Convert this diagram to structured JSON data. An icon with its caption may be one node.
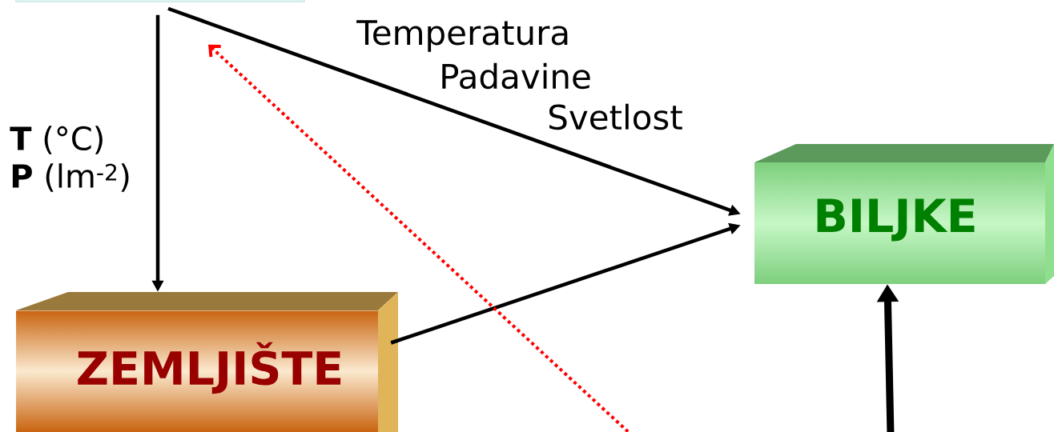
{
  "diagram": {
    "nodes": [
      {
        "text": [],
        "shape": "box"
      },
      {
        "text": [
          "ZEMLJIŠTE"
        ]
      },
      {
        "text": [
          "BILJKE"
        ]
      }
    ],
    "edges": [
      {
        "from": 0,
        "to": 1,
        "arrow": "to"
      },
      {
        "from": 0,
        "to": 2,
        "arrow": "to"
      },
      {
        "from": 1,
        "to": 2,
        "arrow": "to"
      },
      {
        "from": null,
        "to": 0,
        "arrow": "to",
        "style": "dashed",
        "color": "#ff0000"
      },
      {
        "from": null,
        "to": 2,
        "arrow": "to",
        "style": "thick"
      }
    ],
    "labels": [
      "**T** (°C)",
      "**P** (lm$^{-2}$)",
      "Temperatura",
      "Padavine",
      "Svetlost"
    ]
  }
}
